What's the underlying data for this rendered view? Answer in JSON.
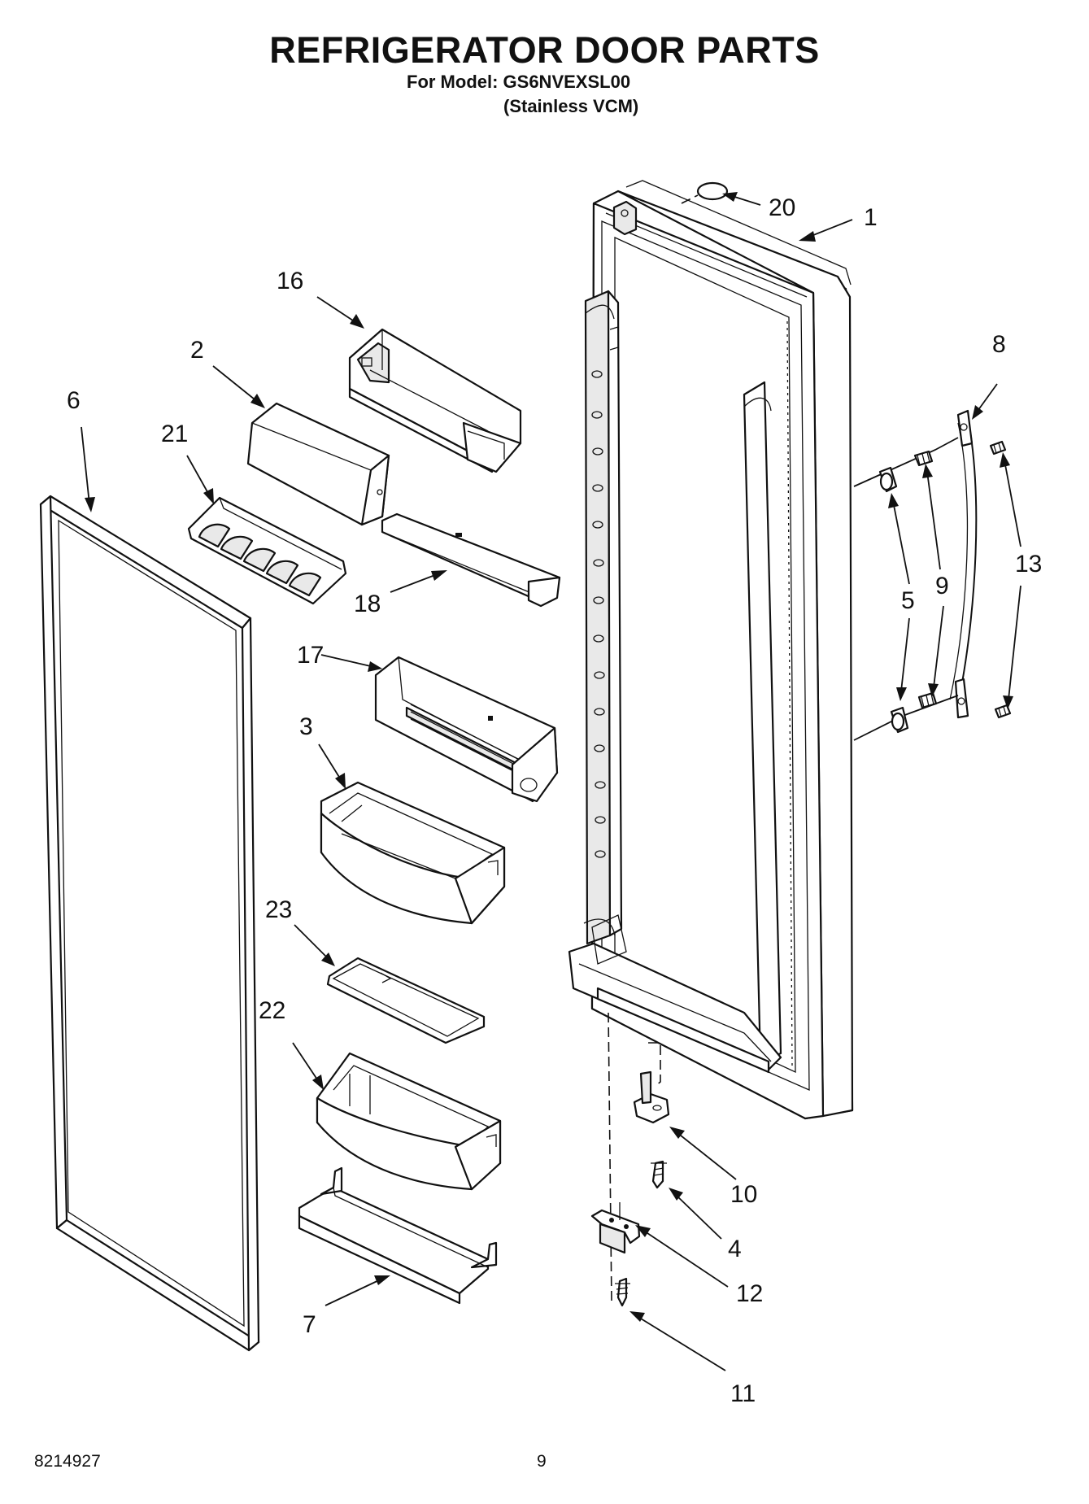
{
  "page": {
    "title": "REFRIGERATOR DOOR PARTS",
    "model_line": "For Model: GS6NVEXSL00",
    "finish_line": "(Stainless VCM)",
    "footer_left": "8214927",
    "page_number": "9"
  },
  "callouts": [
    "1",
    "2",
    "3",
    "4",
    "5",
    "6",
    "7",
    "8",
    "9",
    "10",
    "11",
    "12",
    "13",
    "16",
    "17",
    "18",
    "20",
    "21",
    "22",
    "23"
  ]
}
